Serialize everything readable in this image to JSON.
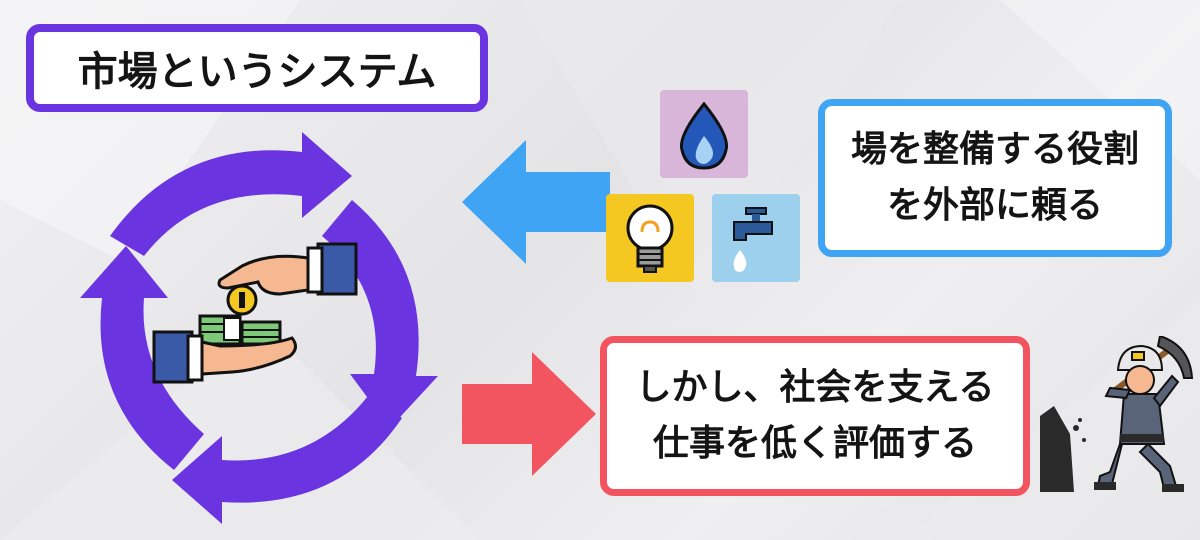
{
  "title": "市場というシステム",
  "blue_box": {
    "line1": "場を整備する役割",
    "line2": "を外部に頼る"
  },
  "red_box": {
    "line1": "しかし、社会を支える",
    "line2": "仕事を低く評価する"
  },
  "colors": {
    "cycle": "#6a35e0",
    "blue_arrow": "#3fa4f4",
    "red_arrow": "#f25560",
    "gas_tile": "#d8b6d9",
    "bulb_tile": "#f4c820",
    "water_tile": "#9dd0ec"
  },
  "icons": [
    "cycle-arrows-icon",
    "money-exchange-icon",
    "gas-flame-icon",
    "light-bulb-icon",
    "water-faucet-icon",
    "miner-icon"
  ]
}
